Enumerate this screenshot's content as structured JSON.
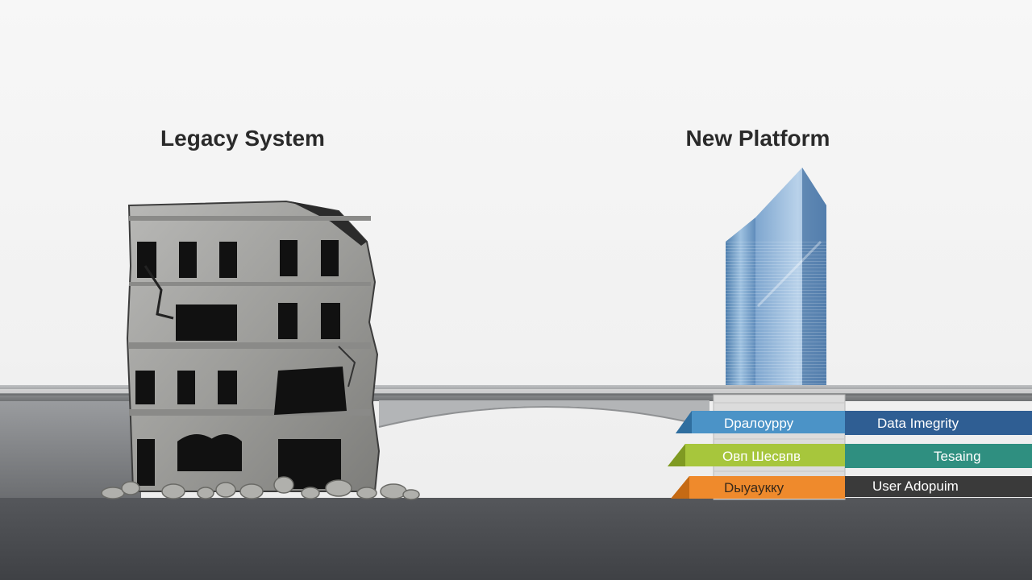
{
  "titles": {
    "legacy": "Legacy System",
    "new": "New Platform"
  },
  "ribbons_left": [
    {
      "label": "Dралоурру",
      "color": "#4b93c7"
    },
    {
      "label": "Oвп Шесвпв",
      "color": "#a7c63c"
    },
    {
      "label": "Dыуаукку",
      "color": "#ef8a2c"
    }
  ],
  "ribbons_right": [
    {
      "label": "Data Imegrity",
      "color": "#2f5e93"
    },
    {
      "label": "Tesaing",
      "color": "#2f8f80"
    },
    {
      "label": "User Adopuim",
      "color": "#3a3a3a"
    }
  ],
  "palette": {
    "background": "#f3f3f3",
    "ground": "#4a4c50",
    "bridge_rail": "#9a9c9e",
    "tower": "#6f9bc4"
  },
  "icons": {
    "legacy": "ruined-building",
    "new": "glass-skyscraper"
  }
}
